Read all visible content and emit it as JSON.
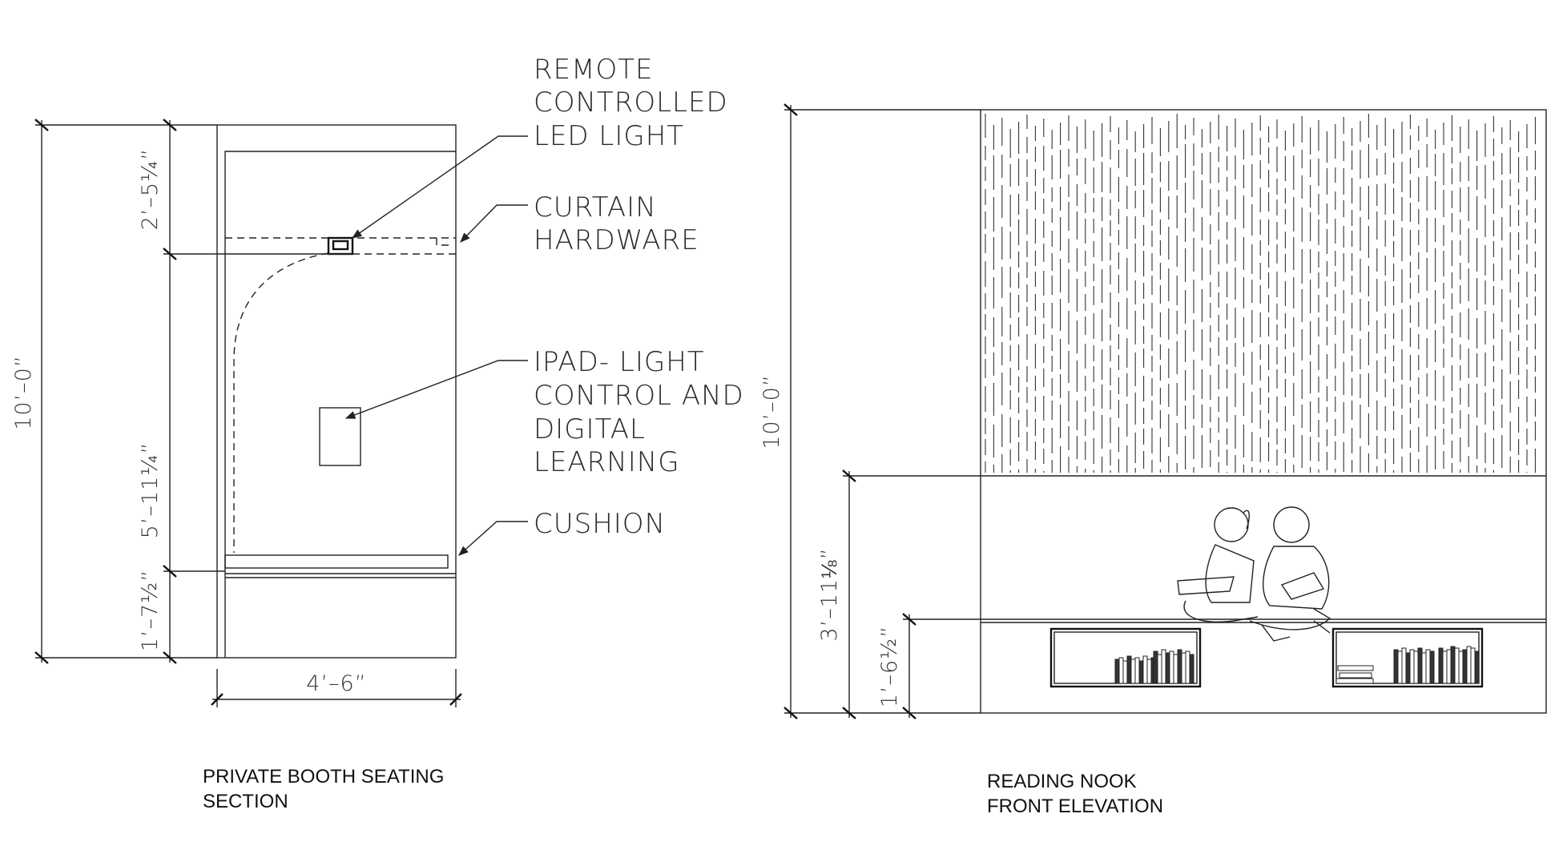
{
  "section": {
    "title_line1": "PRIVATE BOOTH SEATING",
    "title_line2": "SECTION",
    "dims": {
      "overall_height": "10’–0”",
      "upper": "2’–5¼”",
      "middle": "5’–11¼”",
      "lower": "1’–7½”",
      "width": "4’–6”"
    },
    "notes": {
      "led_line1": "REMOTE",
      "led_line2": "CONTROLLED",
      "led_line3": "LED LIGHT",
      "curtain_line1": "CURTAIN",
      "curtain_line2": "HARDWARE",
      "ipad_line1": "IPAD- LIGHT",
      "ipad_line2": "CONTROL AND",
      "ipad_line3": "DIGITAL",
      "ipad_line4": "LEARNING",
      "cushion": "CUSHION"
    }
  },
  "elevation": {
    "title_line1": "READING NOOK",
    "title_line2": "FRONT ELEVATION",
    "dims": {
      "overall_height": "10’–0”",
      "seat_height": "3’–11⅛”",
      "shelf_height": "1’–6½”"
    }
  }
}
